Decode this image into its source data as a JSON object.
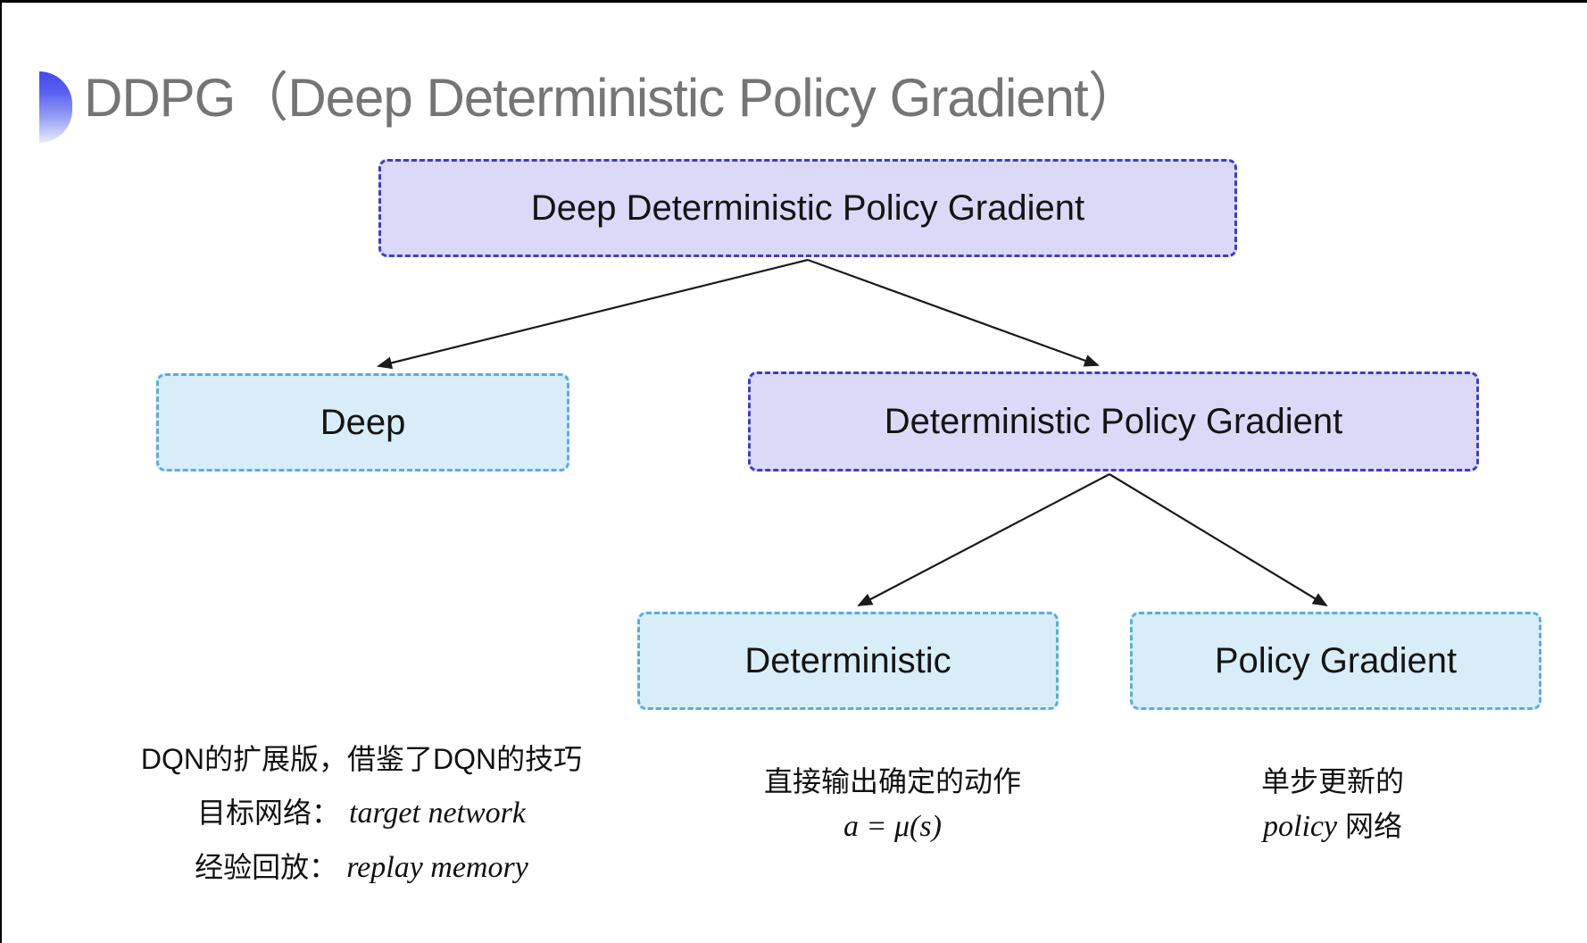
{
  "title": {
    "text": "DDPG（Deep Deterministic Policy Gradient）"
  },
  "colors": {
    "title_text": "#757575",
    "node_purple_fill": "#dcd8f7",
    "node_purple_border": "#3d3dcc",
    "node_blue_fill": "#d9edf9",
    "node_blue_border": "#58aede",
    "arrow": "#1a1a1a",
    "bullet_gradient_top": "#4247ed",
    "bullet_gradient_bottom": "#e9edfd",
    "body_text": "#111111"
  },
  "diagram": {
    "type": "tree",
    "nodes": [
      {
        "id": "ddpg",
        "label": "Deep Deterministic Policy Gradient",
        "variant": "purple"
      },
      {
        "id": "deep",
        "label": "Deep",
        "variant": "blue"
      },
      {
        "id": "dpg",
        "label": "Deterministic Policy Gradient",
        "variant": "purple"
      },
      {
        "id": "deterministic",
        "label": "Deterministic",
        "variant": "blue"
      },
      {
        "id": "policy_gradient",
        "label": "Policy Gradient",
        "variant": "blue"
      }
    ],
    "edges": [
      {
        "from": "ddpg",
        "to": "deep"
      },
      {
        "from": "ddpg",
        "to": "dpg"
      },
      {
        "from": "dpg",
        "to": "deterministic"
      },
      {
        "from": "dpg",
        "to": "policy_gradient"
      }
    ]
  },
  "notes": {
    "deep_note": {
      "line1": "DQN的扩展版，借鉴了DQN的技巧",
      "line2_label": "目标网络：",
      "line2_value": "target network",
      "line3_label": "经验回放：",
      "line3_value": "replay memory"
    },
    "deterministic_note": {
      "line1": "直接输出确定的动作",
      "formula": "a = μ(s)"
    },
    "policy_gradient_note": {
      "line1": "单步更新的",
      "line2_italic": "policy",
      "line2_rest": " 网络"
    }
  }
}
